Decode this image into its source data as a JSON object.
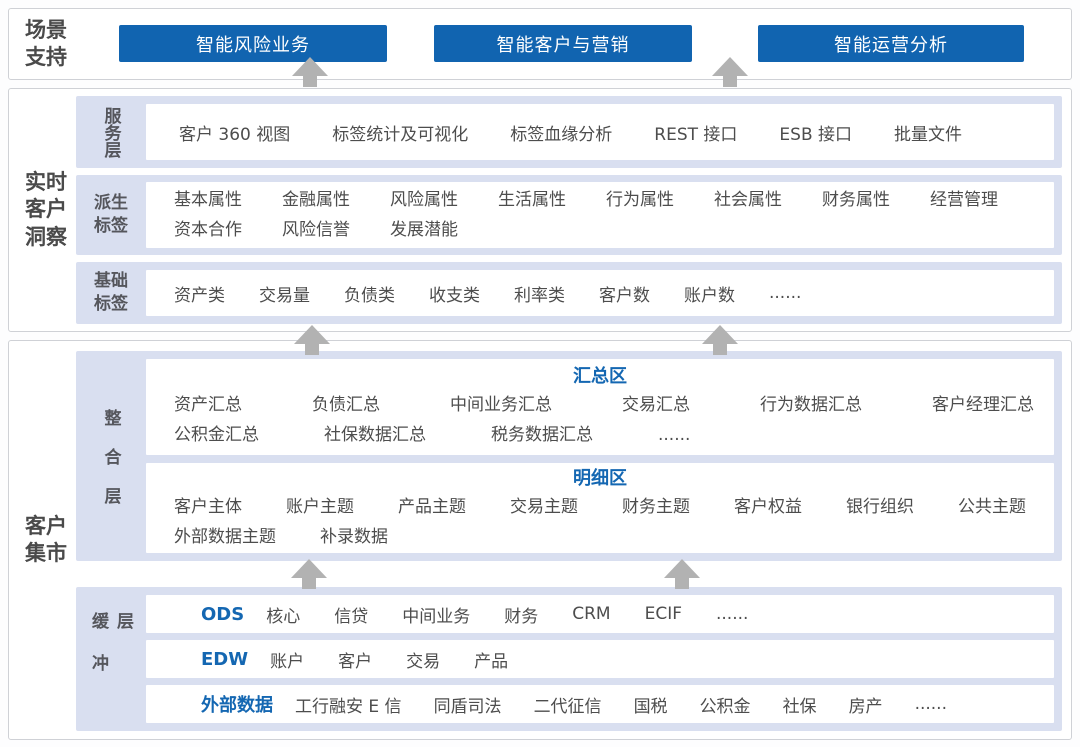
{
  "scene_support": {
    "label": "场景支持",
    "buttons": [
      {
        "label": "智能风险业务"
      },
      {
        "label": "智能客户与营销"
      },
      {
        "label": "智能运营分析"
      }
    ]
  },
  "realtime_insight": {
    "label": "实时客户洞察",
    "service_layer": {
      "label": "服务层",
      "items": [
        "客户 360 视图",
        "标签统计及可视化",
        "标签血缘分析",
        "REST 接口",
        "ESB 接口",
        "批量文件"
      ]
    },
    "derived_tags": {
      "label": "派生标签",
      "lines": [
        [
          "基本属性",
          "金融属性",
          "风险属性",
          "生活属性",
          "行为属性",
          "社会属性",
          "财务属性",
          "经营管理"
        ],
        [
          "资本合作",
          "风险信誉",
          "发展潜能"
        ]
      ]
    },
    "base_tags": {
      "label": "基础标签",
      "items": [
        "资产类",
        "交易量",
        "负债类",
        "收支类",
        "利率类",
        "客户数",
        "账户数",
        "......"
      ]
    }
  },
  "customer_mart": {
    "label": "客户集市",
    "integration_layer": {
      "label": "整合层",
      "summary_zone": {
        "title": "汇总区",
        "lines": [
          [
            "资产汇总",
            "负债汇总",
            "中间业务汇总",
            "交易汇总",
            "行为数据汇总",
            "客户经理汇总"
          ],
          [
            "公积金汇总",
            "社保数据汇总",
            "税务数据汇总",
            "......"
          ]
        ]
      },
      "detail_zone": {
        "title": "明细区",
        "lines": [
          [
            "客户主体",
            "账户主题",
            "产品主题",
            "交易主题",
            "财务主题",
            "客户权益",
            "银行组织",
            "公共主题"
          ],
          [
            "外部数据主题",
            "补录数据"
          ]
        ]
      }
    },
    "buffer_layer": {
      "label": "缓冲层",
      "rows": [
        {
          "title": "ODS",
          "items": [
            "核心",
            "信贷",
            "中间业务",
            "财务",
            "CRM",
            "ECIF",
            "......"
          ]
        },
        {
          "title": "EDW",
          "items": [
            "账户",
            "客户",
            "交易",
            "产品"
          ]
        },
        {
          "title": "外部数据",
          "items": [
            "工行融安 E 信",
            "同盾司法",
            "二代征信",
            "国税",
            "公积金",
            "社保",
            "房产",
            "......"
          ]
        }
      ]
    }
  },
  "colors": {
    "accent_blue": "#1164b0",
    "band_lavender": "#d9dff0",
    "zone_title_blue": "#1467b2",
    "arrow_gray": "#b2b2b2",
    "text_dark": "#4d4d4d",
    "border_gray": "#cfd1d6"
  }
}
